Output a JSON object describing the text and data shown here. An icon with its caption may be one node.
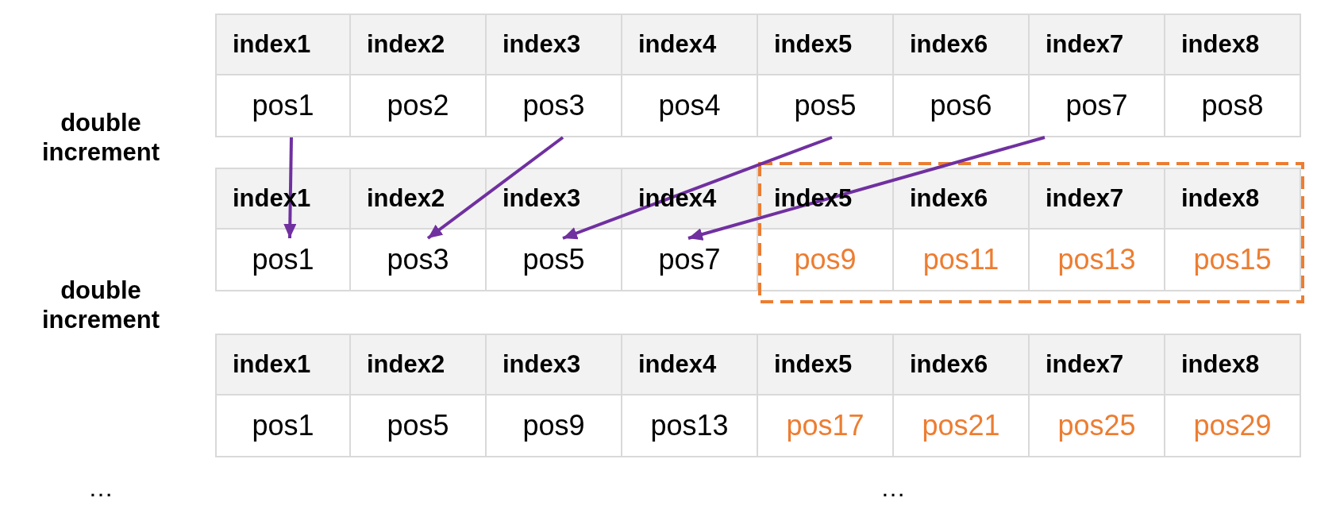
{
  "diagram": {
    "nodes": [
      {
        "text": [
          "pos1"
        ]
      },
      {
        "text": [
          "pos2"
        ]
      },
      {
        "text": [
          "pos3"
        ]
      },
      {
        "text": [
          "pos4"
        ]
      },
      {
        "text": [
          "pos5"
        ]
      },
      {
        "text": [
          "pos6"
        ]
      },
      {
        "text": [
          "pos7"
        ]
      },
      {
        "text": [
          "pos8"
        ]
      },
      {
        "text": [],
        "shape": "box"
      },
      {
        "text": [
          "pos1"
        ]
      },
      {
        "text": [
          "pos3"
        ]
      },
      {
        "text": [
          "pos5"
        ]
      },
      {
        "text": [
          "pos7"
        ]
      },
      {
        "text": [
          "pos9"
        ],
        "in": 8
      },
      {
        "text": [
          "pos11"
        ],
        "in": 8
      },
      {
        "text": [
          "pos13"
        ],
        "in": 8
      },
      {
        "text": [
          "pos15"
        ],
        "in": 8
      },
      {
        "text": [
          "pos1"
        ]
      },
      {
        "text": [
          "pos5"
        ]
      },
      {
        "text": [
          "pos9"
        ]
      },
      {
        "text": [
          "pos13"
        ]
      },
      {
        "text": [
          "pos17"
        ]
      },
      {
        "text": [
          "pos21"
        ]
      },
      {
        "text": [
          "pos25"
        ]
      },
      {
        "text": [
          "pos29"
        ]
      }
    ],
    "edges": [
      {
        "from": 0,
        "to": 9,
        "arrow": "to"
      },
      {
        "from": 2,
        "to": 10,
        "arrow": "to"
      },
      {
        "from": 4,
        "to": 11,
        "arrow": "to"
      },
      {
        "from": 6,
        "to": 12,
        "arrow": "to"
      }
    ],
    "labels": [
      "index1",
      "index2",
      "index3",
      "index4",
      "index5",
      "index6",
      "index7",
      "index8",
      "double increment",
      "index1",
      "index2",
      "index3",
      "index4",
      "index5",
      "index6",
      "index7",
      "index8",
      "double increment",
      "index1",
      "index2",
      "index3",
      "index4",
      "index5",
      "index6",
      "index7",
      "index8",
      "…",
      "…"
    ]
  }
}
